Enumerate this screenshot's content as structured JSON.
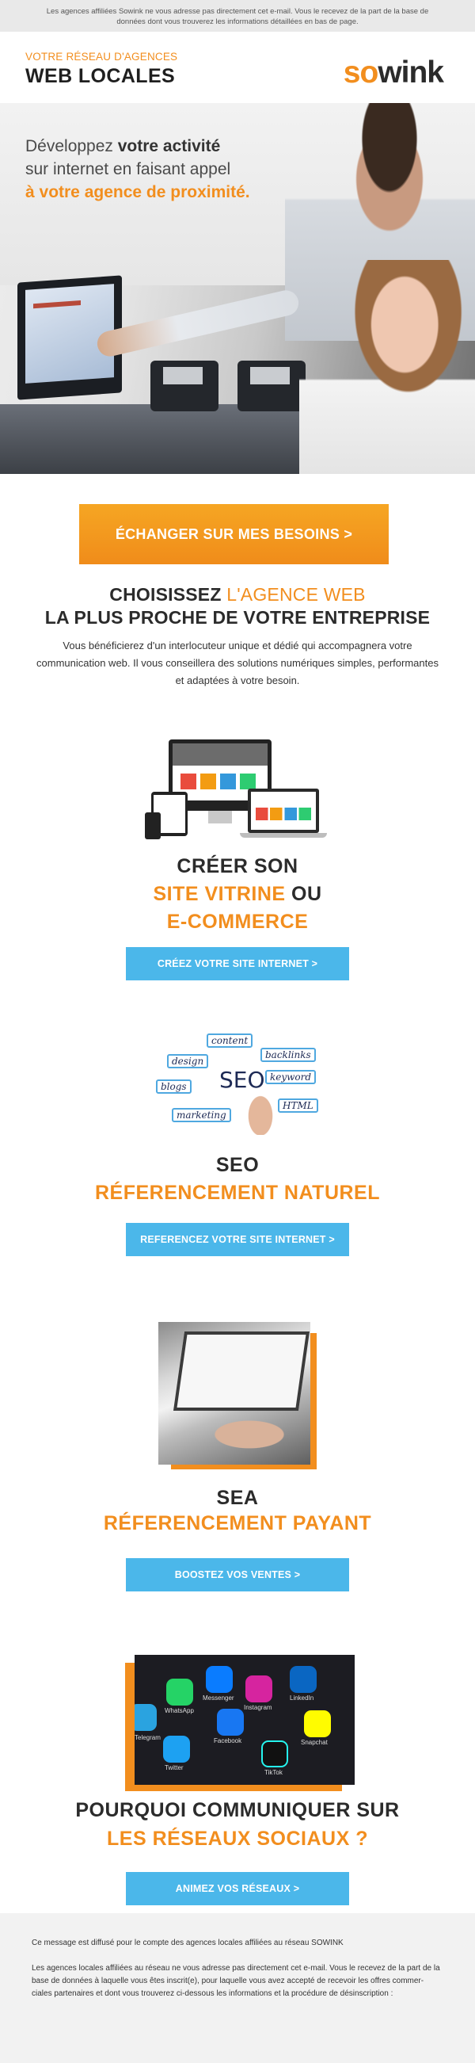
{
  "topbar": {
    "notice": "Les agences affiliées Sowink ne vous adresse pas directement cet e-mail. Vous le recevez de la part de la base de données dont vous trouverez les informations détaillées en bas de page."
  },
  "header": {
    "kicker": "VOTRE RÉSEAU D'AGENCES",
    "title": "WEB LOCALES",
    "logo_part1": "so",
    "logo_part2": "wink"
  },
  "hero": {
    "line1_prefix": "Développez ",
    "line1_bold": "votre activité",
    "line2": "sur internet en faisant appel",
    "line3": "à votre agence de proximité."
  },
  "cta_main": {
    "label": "ÉCHANGER SUR MES BESOINS >"
  },
  "intro": {
    "title_prefix": "CHOISISSEZ ",
    "title_orange": "L'AGENCE WEB",
    "title_line2": "LA PLUS PROCHE DE VOTRE ENTREPRISE",
    "body": "Vous bénéficierez d'un interlocuteur unique et dédié qui accompagnera votre communication web. Il vous conseillera des solutions numériques simples, performantes et adaptées à votre besoin."
  },
  "site": {
    "line1": "CRÉER SON",
    "line2_orange": "SITE VITRINE",
    "line2_rest": " OU",
    "line3_orange": "E-COMMERCE",
    "button": "CRÉEZ VOTRE SITE INTERNET >"
  },
  "seo": {
    "line1": "SEO",
    "line2": "RÉFERENCEMENT NATUREL",
    "button": "REFERENCEZ VOTRE SITE INTERNET >",
    "art_words": [
      "content",
      "backlinks",
      "design",
      "keyword",
      "blogs",
      "SEO",
      "HTML",
      "marketing"
    ]
  },
  "sea": {
    "line1": "SEA",
    "line2": "RÉFERENCEMENT PAYANT",
    "button": "BOOSTEZ VOS VENTES >"
  },
  "social": {
    "line1": "POURQUOI COMMUNIQUER SUR",
    "line2": "LES RÉSEAUX SOCIAUX ?",
    "button": "ANIMEZ VOS RÉSEAUX >",
    "app_labels": [
      "Telegram",
      "WhatsApp",
      "Messenger",
      "Instagram",
      "LinkedIn",
      "Facebook",
      "Snapchat",
      "Twitter",
      "TikTok"
    ]
  },
  "footer": {
    "line1": "Ce message est diffusé pour le compte des agences locales affiliées au réseau SOWINK",
    "line2": "Les agences locales affiliées au réseau ne vous adresse pas directement cet e-mail. Vous le recevez de la part de la base de données à laquelle vous êtes inscrit(e), pour laquelle vous avez accepté de recevoir les offres commer- ciales partenaires et dont vous trouverez ci-dessous les informations et la procédure de désinscription :"
  },
  "colors": {
    "brand_orange": "#f28e1e",
    "button_blue": "#4bb7ea",
    "text_dark": "#2b2b2b"
  }
}
